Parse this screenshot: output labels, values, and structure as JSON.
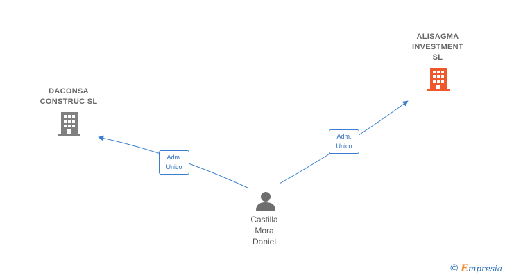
{
  "nodes": {
    "daconsa": {
      "name": "DACONSA\nCONSTRUC  SL",
      "color": "#808080",
      "icon": "building-icon"
    },
    "alisagma": {
      "name": "ALISAGMA\nINVESTMENT\nSL",
      "color": "#f0582c",
      "icon": "building-icon"
    },
    "castilla": {
      "name": "Castilla\nMora\nDaniel",
      "color": "#6e6e6e",
      "icon": "person-icon"
    }
  },
  "edges": {
    "to_daconsa": {
      "label": "Adm.\nUnico"
    },
    "to_alisagma": {
      "label": "Adm.\nUnico"
    }
  },
  "colors": {
    "edge": "#3a7fcf",
    "company_text": "#666666"
  },
  "watermark": {
    "symbol": "©",
    "brand_first": "E",
    "brand_rest": "mpresia"
  }
}
